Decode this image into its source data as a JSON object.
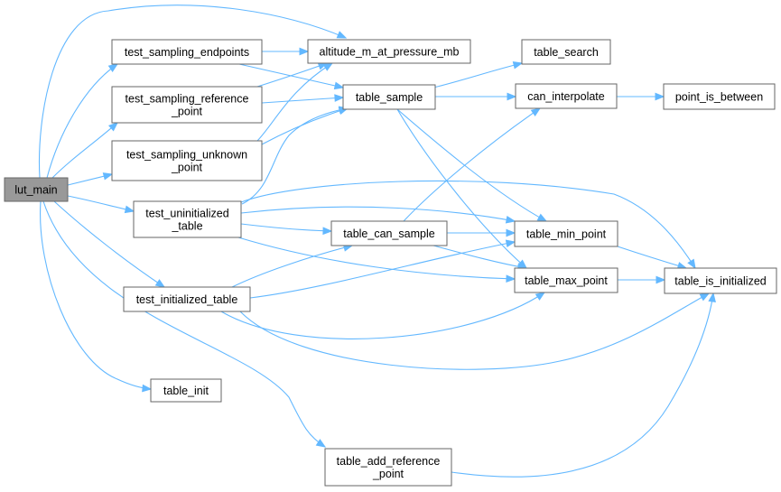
{
  "graph": {
    "title": "",
    "nodes": [
      {
        "id": "lut_main",
        "lines": [
          "lut_main"
        ]
      },
      {
        "id": "test_sampling_endpoints",
        "lines": [
          "test_sampling_endpoints"
        ]
      },
      {
        "id": "test_sampling_reference_point",
        "lines": [
          "test_sampling_reference",
          "_point"
        ]
      },
      {
        "id": "test_sampling_unknown_point",
        "lines": [
          "test_sampling_unknown",
          "_point"
        ]
      },
      {
        "id": "test_uninitialized_table",
        "lines": [
          "test_uninitialized",
          "_table"
        ]
      },
      {
        "id": "test_initialized_table",
        "lines": [
          "test_initialized_table"
        ]
      },
      {
        "id": "table_init",
        "lines": [
          "table_init"
        ]
      },
      {
        "id": "table_add_reference_point",
        "lines": [
          "table_add_reference",
          "_point"
        ]
      },
      {
        "id": "altitude_m_at_pressure_mb",
        "lines": [
          "altitude_m_at_pressure_mb"
        ]
      },
      {
        "id": "table_sample",
        "lines": [
          "table_sample"
        ]
      },
      {
        "id": "table_can_sample",
        "lines": [
          "table_can_sample"
        ]
      },
      {
        "id": "table_search",
        "lines": [
          "table_search"
        ]
      },
      {
        "id": "can_interpolate",
        "lines": [
          "can_interpolate"
        ]
      },
      {
        "id": "table_min_point",
        "lines": [
          "table_min_point"
        ]
      },
      {
        "id": "table_max_point",
        "lines": [
          "table_max_point"
        ]
      },
      {
        "id": "point_is_between",
        "lines": [
          "point_is_between"
        ]
      },
      {
        "id": "table_is_initialized",
        "lines": [
          "table_is_initialized"
        ]
      }
    ],
    "edges": [
      {
        "from": "lut_main",
        "to": "altitude_m_at_pressure_mb"
      },
      {
        "from": "lut_main",
        "to": "test_sampling_endpoints"
      },
      {
        "from": "lut_main",
        "to": "test_sampling_reference_point"
      },
      {
        "from": "lut_main",
        "to": "test_sampling_unknown_point"
      },
      {
        "from": "lut_main",
        "to": "test_uninitialized_table"
      },
      {
        "from": "lut_main",
        "to": "test_initialized_table"
      },
      {
        "from": "lut_main",
        "to": "table_init"
      },
      {
        "from": "lut_main",
        "to": "table_add_reference_point"
      },
      {
        "from": "test_sampling_endpoints",
        "to": "altitude_m_at_pressure_mb"
      },
      {
        "from": "test_sampling_endpoints",
        "to": "table_sample"
      },
      {
        "from": "test_sampling_reference_point",
        "to": "altitude_m_at_pressure_mb"
      },
      {
        "from": "test_sampling_reference_point",
        "to": "table_sample"
      },
      {
        "from": "test_sampling_unknown_point",
        "to": "altitude_m_at_pressure_mb"
      },
      {
        "from": "test_sampling_unknown_point",
        "to": "table_sample"
      },
      {
        "from": "test_uninitialized_table",
        "to": "table_sample"
      },
      {
        "from": "test_uninitialized_table",
        "to": "table_can_sample"
      },
      {
        "from": "test_uninitialized_table",
        "to": "table_min_point"
      },
      {
        "from": "test_uninitialized_table",
        "to": "table_max_point"
      },
      {
        "from": "test_uninitialized_table",
        "to": "table_is_initialized"
      },
      {
        "from": "test_initialized_table",
        "to": "table_can_sample"
      },
      {
        "from": "test_initialized_table",
        "to": "table_min_point"
      },
      {
        "from": "test_initialized_table",
        "to": "table_max_point"
      },
      {
        "from": "test_initialized_table",
        "to": "table_is_initialized"
      },
      {
        "from": "table_sample",
        "to": "table_search"
      },
      {
        "from": "table_sample",
        "to": "can_interpolate"
      },
      {
        "from": "table_sample",
        "to": "table_min_point"
      },
      {
        "from": "table_sample",
        "to": "table_max_point"
      },
      {
        "from": "table_can_sample",
        "to": "can_interpolate"
      },
      {
        "from": "table_can_sample",
        "to": "table_min_point"
      },
      {
        "from": "table_can_sample",
        "to": "table_max_point"
      },
      {
        "from": "can_interpolate",
        "to": "point_is_between"
      },
      {
        "from": "table_min_point",
        "to": "table_is_initialized"
      },
      {
        "from": "table_max_point",
        "to": "table_is_initialized"
      },
      {
        "from": "table_add_reference_point",
        "to": "table_is_initialized"
      }
    ]
  },
  "colors": {
    "root_fill": "#999999",
    "node_fill": "#ffffff",
    "node_border": "#666666",
    "edge": "#63b8ff",
    "text": "#000000"
  }
}
